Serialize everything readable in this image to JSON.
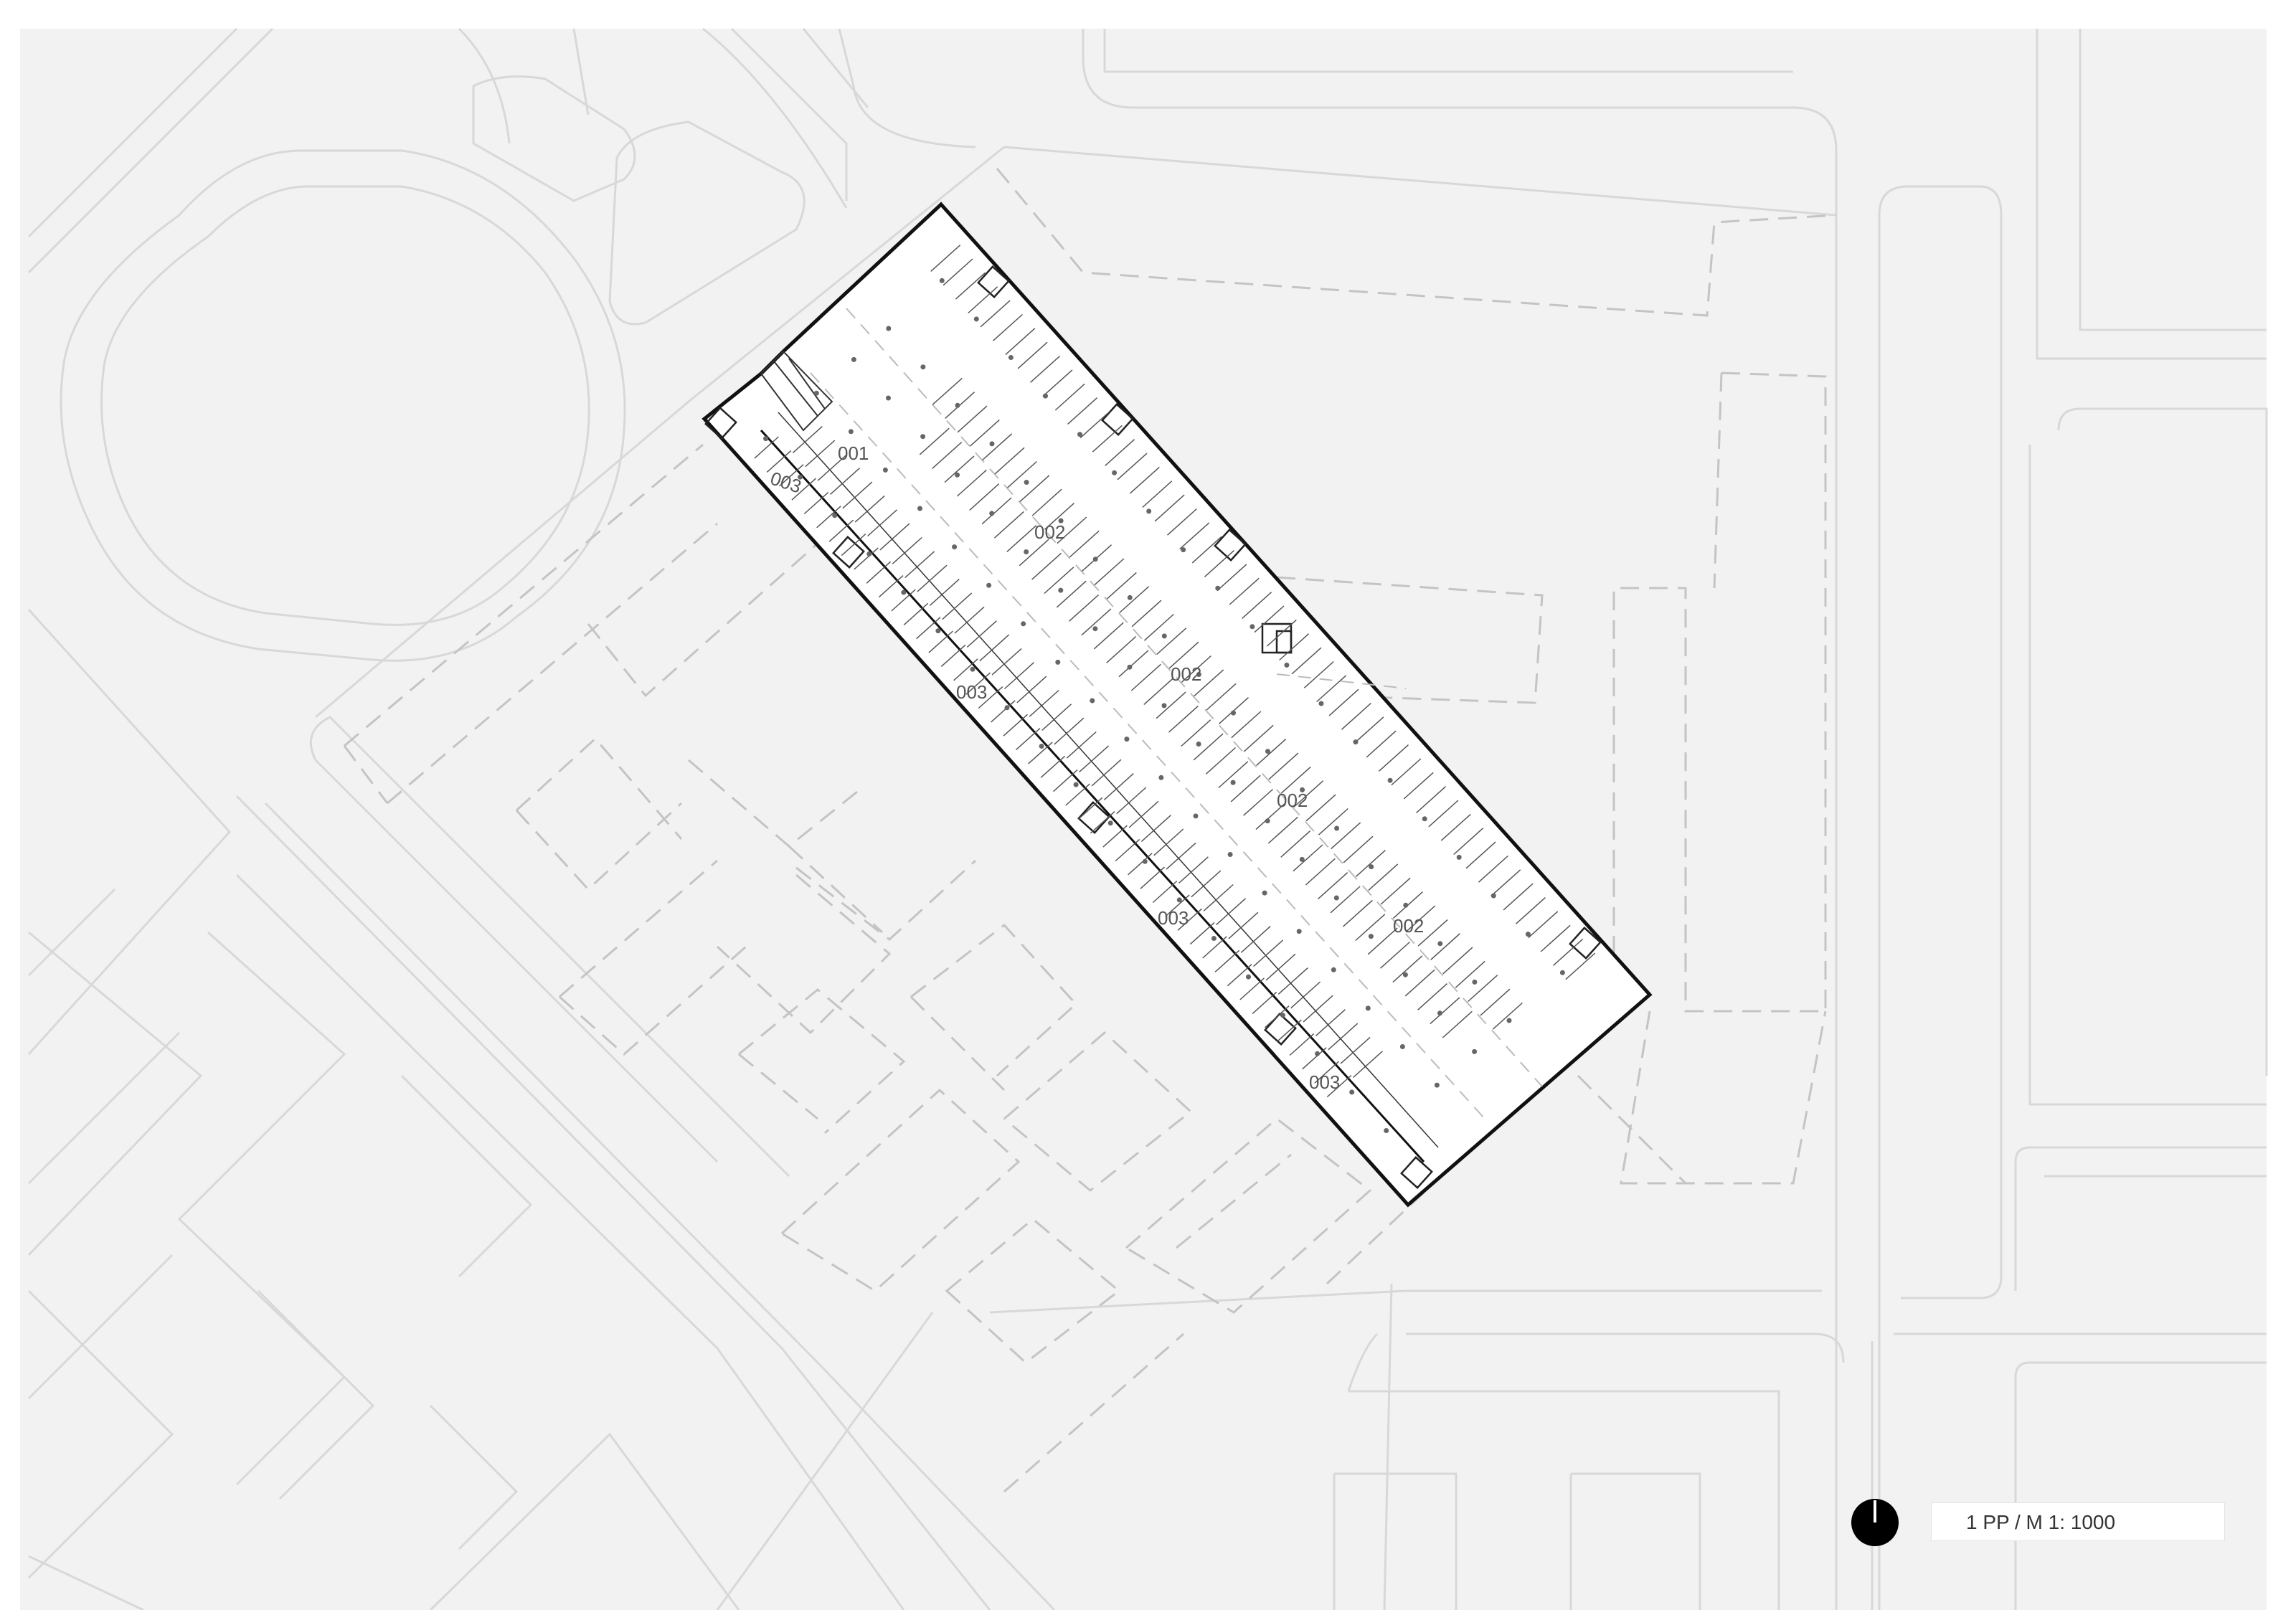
{
  "plan": {
    "zones": [
      {
        "id": "zone-001",
        "label": "001"
      },
      {
        "id": "zone-003-a",
        "label": "003"
      },
      {
        "id": "zone-002-a",
        "label": "002"
      },
      {
        "id": "zone-002-b",
        "label": "002"
      },
      {
        "id": "zone-003-b",
        "label": "003"
      },
      {
        "id": "zone-002-c",
        "label": "002"
      },
      {
        "id": "zone-003-c",
        "label": "003"
      },
      {
        "id": "zone-002-d",
        "label": "002"
      },
      {
        "id": "zone-003-d",
        "label": "003"
      }
    ]
  },
  "legend": {
    "scale_label": "1 PP  / M 1: 1000",
    "north_icon": "north-arrow-icon"
  },
  "colors": {
    "background": "#f2f2f2",
    "context_lines": "#d6d6d6",
    "building_outline": "#111111",
    "interior": "#ffffff"
  }
}
